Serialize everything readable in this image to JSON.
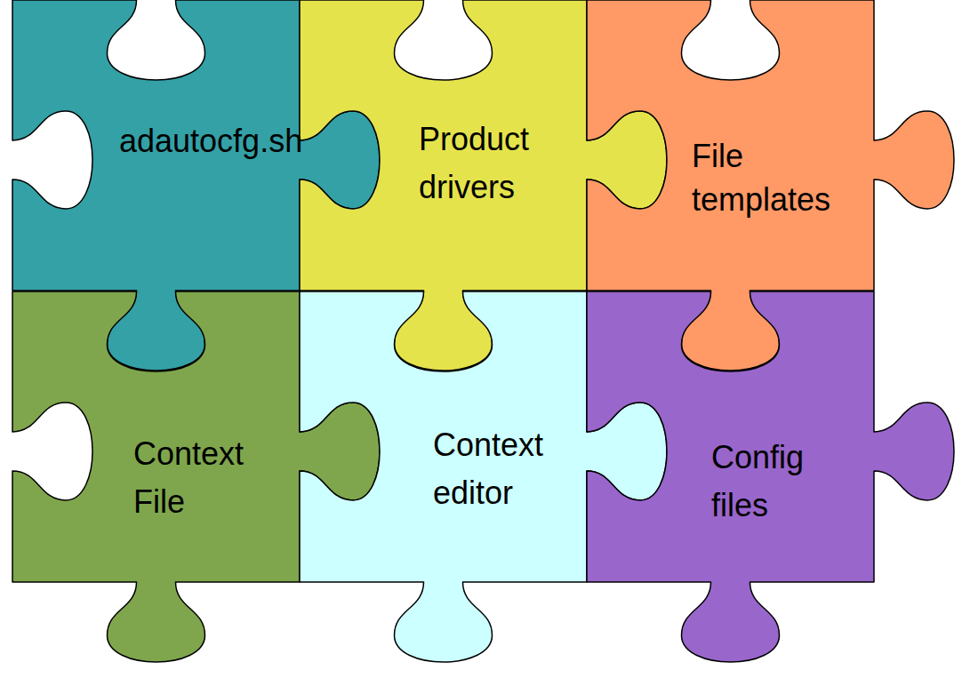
{
  "diagram": {
    "nodes": [
      {
        "text": [
          "adautocfg.sh"
        ]
      },
      {
        "text": [
          "Product drivers"
        ]
      },
      {
        "text": [
          "File templates"
        ]
      },
      {
        "text": [
          "Context File"
        ]
      },
      {
        "text": [
          "Context editor"
        ]
      },
      {
        "text": [
          "Config files"
        ]
      }
    ]
  }
}
